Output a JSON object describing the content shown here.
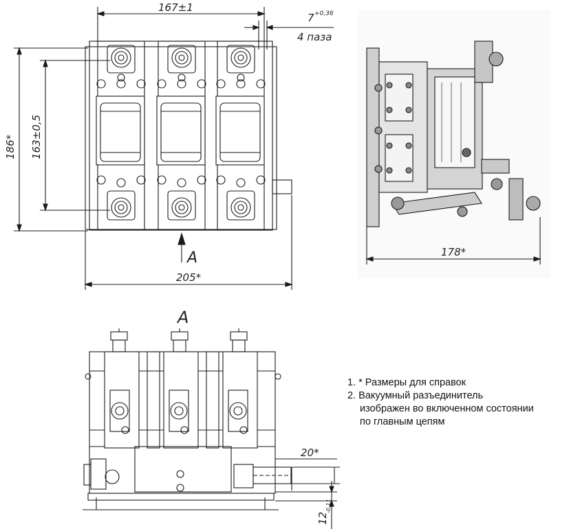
{
  "dimensions": {
    "top_width": "167±1",
    "slot_width": "7",
    "slot_tol": "+0,36",
    "slot_count": "4 паза",
    "height_total": "186*",
    "height_inner": "163±0,5",
    "width_total": "205*",
    "side_width": "178*",
    "shaft": "20*",
    "thickness": "12",
    "thickness_tol": "-0,11"
  },
  "view_labels": {
    "arrow_label": "A",
    "view_title": "A"
  },
  "notes": {
    "note1": "1. * Размеры для справок",
    "note2_line1": "2.  Вакуумный разъединитель",
    "note2_line2": "изображен во включенном состоянии",
    "note2_line3": "по главным цепям"
  },
  "colors": {
    "line": "#1a1a1a",
    "fill_light": "#f2f2f2",
    "fill_photo": "#d9d9d9"
  }
}
